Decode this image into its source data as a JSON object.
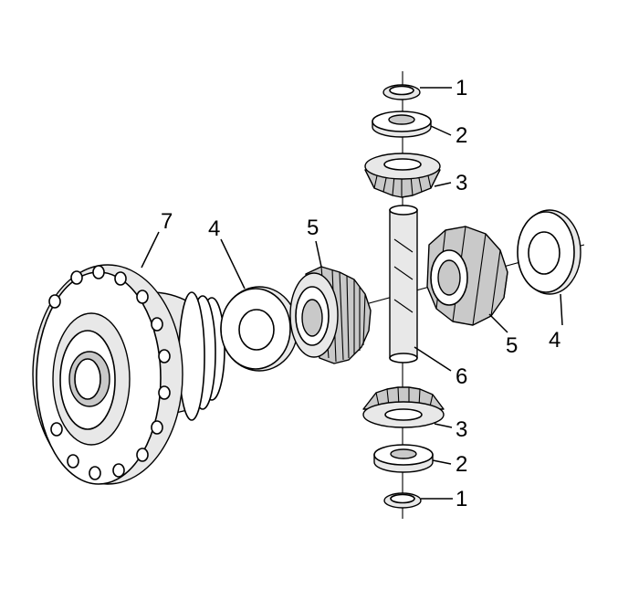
{
  "callouts": [
    {
      "id": "c1-top",
      "label": "1"
    },
    {
      "id": "c2-top",
      "label": "2"
    },
    {
      "id": "c3-top",
      "label": "3"
    },
    {
      "id": "c7",
      "label": "7"
    },
    {
      "id": "c4-left",
      "label": "4"
    },
    {
      "id": "c5-left",
      "label": "5"
    },
    {
      "id": "c5-right",
      "label": "5"
    },
    {
      "id": "c4-right",
      "label": "4"
    },
    {
      "id": "c6",
      "label": "6"
    },
    {
      "id": "c3-bottom",
      "label": "3"
    },
    {
      "id": "c2-bottom",
      "label": "2"
    },
    {
      "id": "c1-bottom",
      "label": "1"
    }
  ]
}
